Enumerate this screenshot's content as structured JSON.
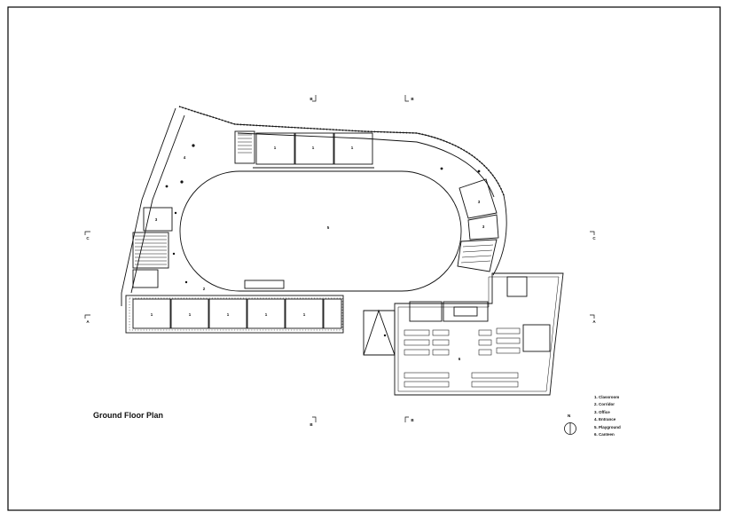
{
  "drawing": {
    "title": "Ground Floor Plan",
    "legend": [
      "1. Classroom",
      "2. Corridor",
      "3. Office",
      "4. Entrance",
      "5. Playground",
      "6. Canteen"
    ],
    "north_label": "N",
    "playground_label": "5",
    "top_classroom_labels": [
      "1",
      "1",
      "1"
    ],
    "bottom_classroom_labels": [
      "1",
      "1",
      "1",
      "1",
      "1"
    ],
    "east_room_labels": [
      "3",
      "3"
    ],
    "west_room_label": "3",
    "entrance_label": "4",
    "canteen_label": "6",
    "corridor_label": "2",
    "section_markers": {
      "top": [
        "B",
        "B"
      ],
      "bottom": [
        "B",
        "B"
      ],
      "left": [
        "C",
        "A"
      ],
      "right": [
        "C",
        "A"
      ]
    }
  },
  "colors": {
    "line": "#111111",
    "frame": "#000000",
    "background": "#ffffff"
  }
}
